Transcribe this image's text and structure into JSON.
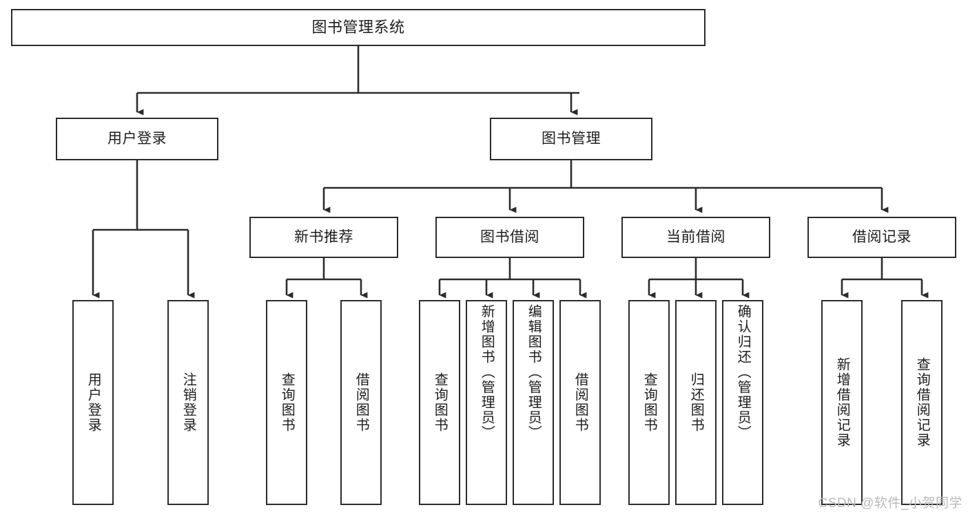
{
  "diagram": {
    "type": "tree-hierarchy",
    "title": "图书管理系统",
    "stroke_color": "#2b2b2b",
    "background_color": "#ffffff",
    "root": {
      "label": "图书管理系统",
      "children": [
        {
          "label": "用户登录",
          "children": [
            {
              "label": "用户登录"
            },
            {
              "label": "注销登录"
            }
          ]
        },
        {
          "label": "图书管理",
          "children": [
            {
              "label": "新书推荐",
              "children": [
                {
                  "label": "查询图书"
                },
                {
                  "label": "借阅图书"
                }
              ]
            },
            {
              "label": "图书借阅",
              "children": [
                {
                  "label": "查询图书"
                },
                {
                  "label": "新增图书（管理员）"
                },
                {
                  "label": "编辑图书（管理员）"
                },
                {
                  "label": "借阅图书"
                }
              ]
            },
            {
              "label": "当前借阅",
              "children": [
                {
                  "label": "查询图书"
                },
                {
                  "label": "归还图书"
                },
                {
                  "label": "确认归还（管理员）"
                }
              ]
            },
            {
              "label": "借阅记录",
              "children": [
                {
                  "label": "新增借阅记录"
                },
                {
                  "label": "查询借阅记录"
                }
              ]
            }
          ]
        }
      ]
    },
    "nodes": {
      "root": "图书管理系统",
      "user_login": "用户登录",
      "book_manage": "图书管理",
      "new_book_rec": "新书推荐",
      "book_borrow": "图书借阅",
      "current_borrow": "当前借阅",
      "borrow_record": "借阅记录",
      "leaf_user_login": "用户登录",
      "leaf_logout": "注销登录",
      "leaf_rec_query": "查询图书",
      "leaf_rec_borrow": "借阅图书",
      "leaf_borrow_query": "查询图书",
      "leaf_borrow_add": "新增图书（管理员）",
      "leaf_borrow_edit": "编辑图书（管理员）",
      "leaf_borrow_do": "借阅图书",
      "leaf_cur_query": "查询图书",
      "leaf_cur_return": "归还图书",
      "leaf_cur_confirm": "确认归还（管理员）",
      "leaf_rec_add": "新增借阅记录",
      "leaf_rec_search": "查询借阅记录"
    }
  },
  "watermark": {
    "text": "CSDN @软件_小贺同学"
  }
}
